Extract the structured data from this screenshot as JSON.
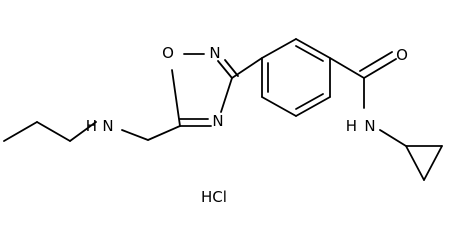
{
  "molecule": {
    "atoms": {
      "O_ring": "O",
      "N_ring_top": "N",
      "N_ring_bottom": "N",
      "N_amine": "N",
      "H_amine": "H",
      "O_amide": "O",
      "N_amide": "N",
      "H_amide": "H"
    },
    "salt": "HCl"
  }
}
